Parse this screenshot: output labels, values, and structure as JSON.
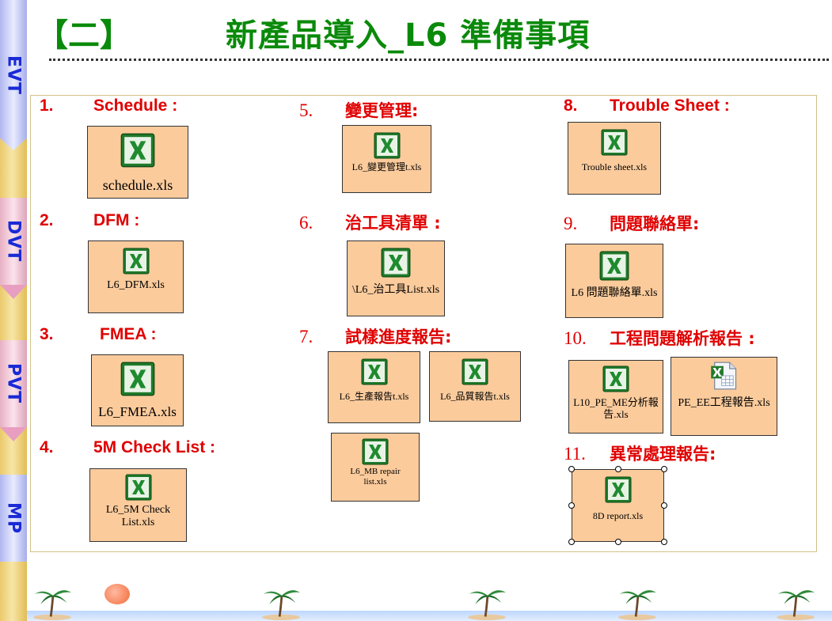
{
  "title": {
    "bracket": "【二】",
    "main": "新產品導入_L6 準備事項"
  },
  "phases": [
    "EVT",
    "DVT",
    "PVT",
    "MP"
  ],
  "sections": [
    {
      "num": "1.",
      "label": "Schedule :",
      "files": [
        "schedule.xls"
      ]
    },
    {
      "num": "2.",
      "label": "DFM :",
      "files": [
        "L6_DFM.xls"
      ]
    },
    {
      "num": "3.",
      "label": "FMEA :",
      "files": [
        "L6_FMEA.xls"
      ]
    },
    {
      "num": "4.",
      "label": "5M Check List :",
      "files": [
        "L6_5M Check List.xls"
      ]
    },
    {
      "num": "5.",
      "label": "變更管理:",
      "files": [
        "L6_變更管理t.xls"
      ]
    },
    {
      "num": "6.",
      "label": "治工具清單 :",
      "files": [
        "\\L6_治工具List.xls"
      ]
    },
    {
      "num": "7.",
      "label": "試樣進度報告:",
      "files": [
        "L6_生產報告t.xls",
        "L6_品質報告t.xls",
        "L6_MB repair list.xls"
      ]
    },
    {
      "num": "8.",
      "label": "Trouble Sheet :",
      "files": [
        "Trouble sheet.xls"
      ]
    },
    {
      "num": "9.",
      "label": "問題聯絡單:",
      "files": [
        "L6 問題聯絡單.xls"
      ]
    },
    {
      "num": "10.",
      "label": "工程問題解析報告 :",
      "files": [
        "L10_PE_ME分析報告.xls",
        "PE_EE工程報告.xls"
      ]
    },
    {
      "num": "11.",
      "label": "異常處理報告:",
      "files": [
        "8D report.xls"
      ]
    }
  ],
  "colors": {
    "title": "#0a8a0a",
    "heading": "#e00000",
    "tile": "#fbcb9c",
    "phase_text": "#1a2ad6"
  },
  "icons": {
    "excel": "excel-file-icon",
    "document": "excel-document-icon",
    "palm": "palm-tree-icon",
    "sun": "sun-icon"
  }
}
